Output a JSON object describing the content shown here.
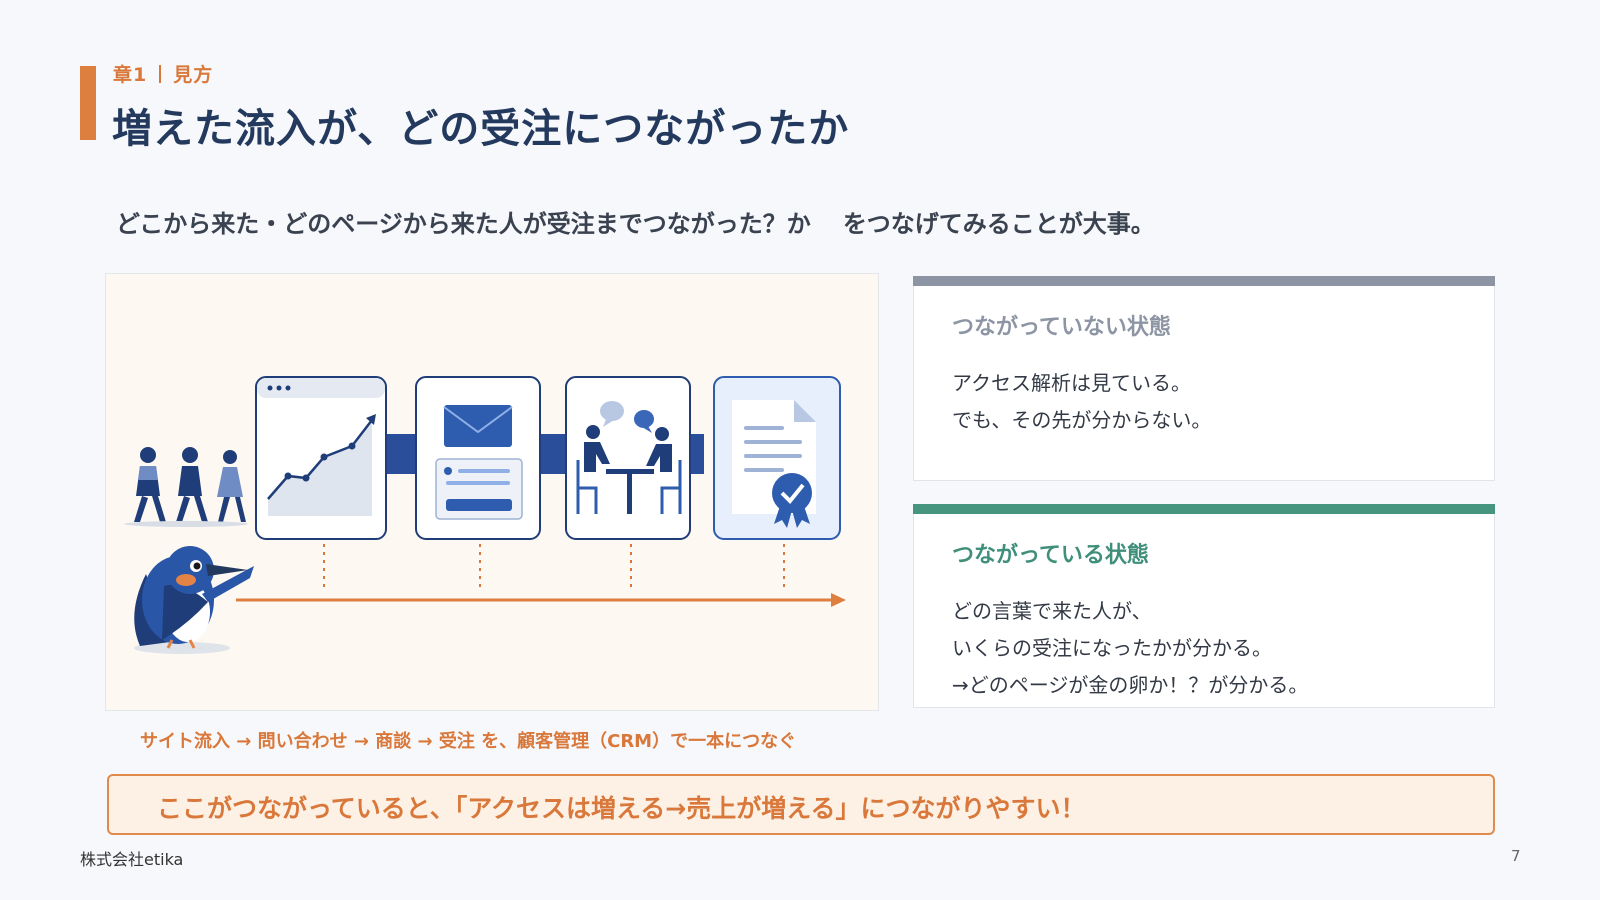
{
  "header": {
    "chapter": "章1",
    "section": "見方",
    "title": "増えた流入が、どの受注につながったか"
  },
  "lead": {
    "part1": "どこから来た・どのページから来た人が受注までつながった？か",
    "part2": "をつなげてみることが大事。"
  },
  "caption": "サイト流入 → 問い合わせ → 商談 → 受注 を、顧客管理（CRM）で一本につなぐ",
  "cards": {
    "disconnected": {
      "title": "つながっていない状態",
      "lines": [
        "アクセス解析は見ている。",
        "でも、その先が分からない。"
      ]
    },
    "connected": {
      "title": "つながっている状態",
      "lines": [
        "どの言葉で来た人が、",
        "いくらの受注になったかが分かる。",
        "→どのページが金の卵か！？が分かる。"
      ]
    }
  },
  "callout": "ここがつながっていると、「アクセスは増える→売上が増える」につながりやすい！",
  "footer": {
    "company": "株式会社etika",
    "page": "7"
  },
  "colors": {
    "accent": "#dd7f3e",
    "navy": "#23395d",
    "blue": "#2753a1",
    "green": "#46957f",
    "gray": "#8d95a4"
  },
  "icons": [
    "people-icon",
    "growth-chart-icon",
    "email-form-icon",
    "meeting-icon",
    "contract-certificate-icon",
    "kingfisher-mascot-icon"
  ]
}
